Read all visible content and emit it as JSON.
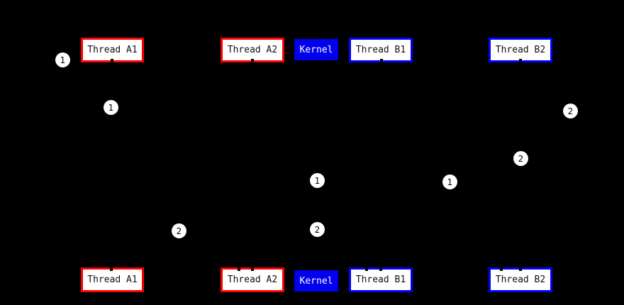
{
  "diagram": {
    "description_colors": {
      "background": "#000000",
      "red_border": "#ff0000",
      "blue_border": "#0000ff",
      "kernel_fill": "#0000ee",
      "box_fill": "#ffffff",
      "marker_fill": "#ffffff"
    },
    "boxes": {
      "top": [
        {
          "label": "Thread A1",
          "style": "red"
        },
        {
          "label": "Thread A2",
          "style": "red"
        },
        {
          "label": "Kernel",
          "style": "kernel"
        },
        {
          "label": "Thread B1",
          "style": "blue"
        },
        {
          "label": "Thread B2",
          "style": "blue"
        }
      ],
      "bottom": [
        {
          "label": "Thread A1",
          "style": "red"
        },
        {
          "label": "Thread A2",
          "style": "red"
        },
        {
          "label": "Kernel",
          "style": "kernel"
        },
        {
          "label": "Thread B1",
          "style": "blue"
        },
        {
          "label": "Thread B2",
          "style": "blue"
        }
      ]
    },
    "markers": [
      {
        "label": "1"
      },
      {
        "label": "1"
      },
      {
        "label": "2"
      },
      {
        "label": "2"
      },
      {
        "label": "1"
      },
      {
        "label": "1"
      },
      {
        "label": "2"
      },
      {
        "label": "2"
      }
    ]
  }
}
